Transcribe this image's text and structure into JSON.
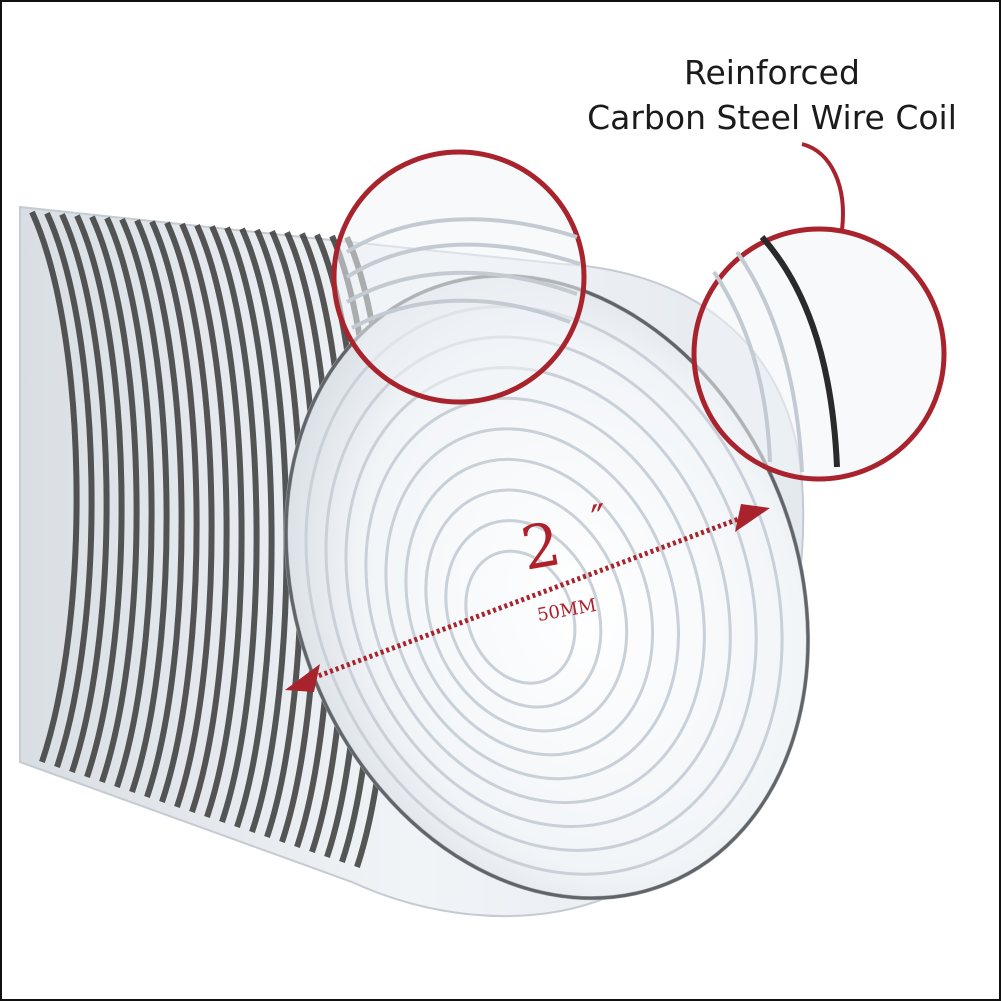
{
  "callout": {
    "line1": "Reinforced",
    "line2": "Carbon Steel Wire Coil"
  },
  "dimension": {
    "value": "2",
    "unit": "″",
    "metric": "50MM"
  },
  "colors": {
    "accent": "#a8232c",
    "wire": "#2a2a2a",
    "hose": "#eef2f5"
  }
}
